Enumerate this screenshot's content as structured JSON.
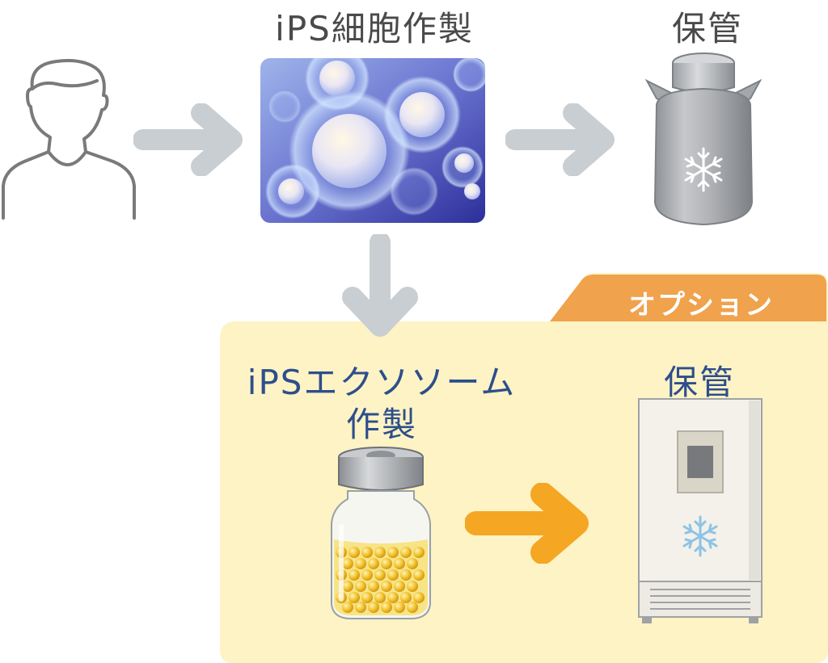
{
  "steps": {
    "cell_creation": {
      "label": "iPS細胞作製"
    },
    "storage_top": {
      "label": "保管"
    },
    "exosome_creation": {
      "label_line1": "iPSエクソソーム",
      "label_line2": "作製"
    },
    "storage_bottom": {
      "label": "保管"
    }
  },
  "option_tab": {
    "label": "オプション"
  },
  "colors": {
    "gray_arrow": "#c9ced3",
    "orange_arrow": "#f5a623",
    "option_panel": "#fdf3c4",
    "option_tab": "#f0a24c",
    "title_gray": "#4a4a4a",
    "title_blue": "#2e4e8c"
  },
  "icons": [
    "person-icon",
    "ips-cells-image",
    "cryo-tank-icon",
    "exosome-vial-icon",
    "freezer-icon",
    "snowflake-icon"
  ]
}
